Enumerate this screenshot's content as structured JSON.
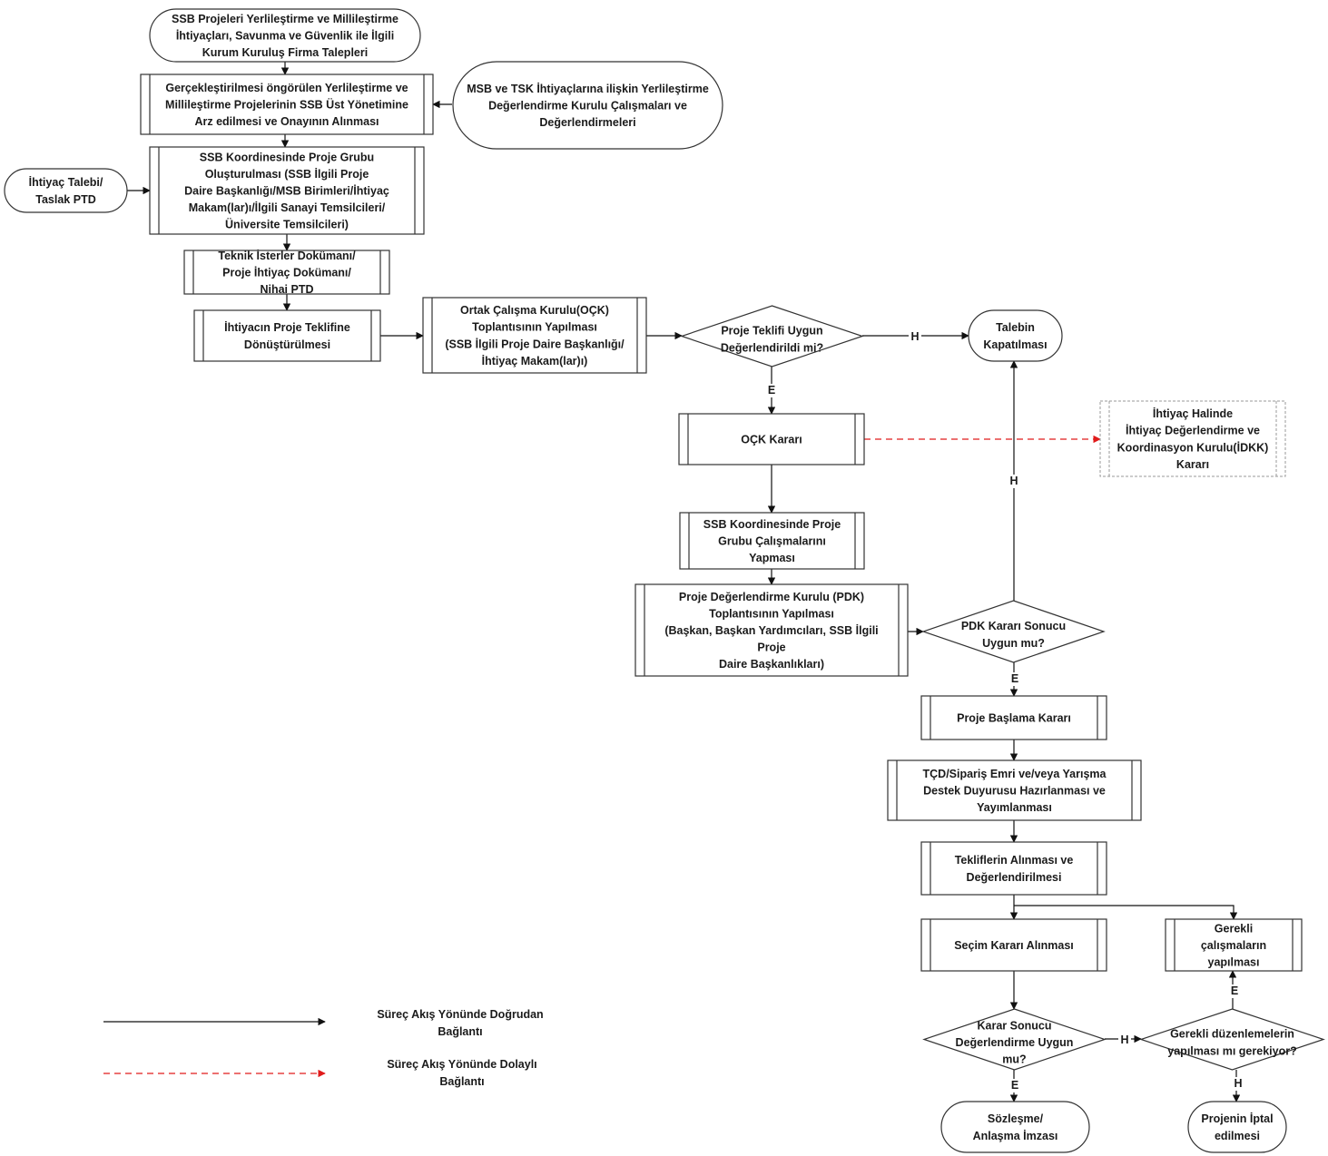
{
  "colors": {
    "line": "#111111",
    "indirect": "#e01b1b",
    "box_stroke": "#333333"
  },
  "nodes": {
    "n1": {
      "lines": [
        "SSB Projeleri Yerlileştirme ve Millileştirme",
        "İhtiyaçları, Savunma ve Güvenlik ile İlgili",
        "Kurum Kuruluş Firma Talepleri"
      ]
    },
    "n2": {
      "lines": [
        "Gerçekleştirilmesi öngörülen Yerlileştirme ve",
        "Millileştirme Projelerinin SSB Üst Yönetimine",
        "Arz edilmesi ve Onayının Alınması"
      ]
    },
    "n3": {
      "lines": [
        "MSB ve TSK İhtiyaçlarına ilişkin Yerlileştirme",
        "Değerlendirme Kurulu Çalışmaları ve",
        "Değerlendirmeleri"
      ]
    },
    "n4": {
      "lines": [
        "SSB Koordinesinde Proje Grubu",
        "Oluşturulması (SSB İlgili Proje",
        "Daire Başkanlığı/MSB Birimleri/İhtiyaç",
        "Makam(lar)ı/İlgili Sanayi Temsilcileri/",
        "Üniversite Temsilcileri)"
      ]
    },
    "n5": {
      "lines": [
        "İhtiyaç Talebi/",
        "Taslak PTD"
      ]
    },
    "n6": {
      "lines": [
        "Teknik İsterler Dokümanı/",
        "Proje İhtiyaç Dokümanı/",
        "Nihai PTD"
      ]
    },
    "n7": {
      "lines": [
        "İhtiyacın Proje Teklifine",
        "Dönüştürülmesi"
      ]
    },
    "n8": {
      "lines": [
        "Ortak Çalışma Kurulu(OÇK)",
        "Toplantısının Yapılması",
        "(SSB İlgili Proje Daire Başkanlığı/",
        "İhtiyaç Makam(lar)ı)"
      ]
    },
    "n9": {
      "lines": [
        "Proje Teklifi Uygun",
        "Değerlendirildi mi?"
      ]
    },
    "n10": {
      "lines": [
        "Talebin",
        "Kapatılması"
      ]
    },
    "n11": {
      "lines": [
        "OÇK Kararı"
      ]
    },
    "n12": {
      "lines": [
        "İhtiyaç Halinde",
        "İhtiyaç Değerlendirme ve",
        "Koordinasyon Kurulu(İDKK)",
        "Kararı"
      ]
    },
    "n13": {
      "lines": [
        "SSB Koordinesinde Proje",
        "Grubu Çalışmalarını",
        "Yapması"
      ]
    },
    "n14": {
      "lines": [
        "Proje Değerlendirme Kurulu (PDK)",
        "Toplantısının Yapılması",
        "(Başkan, Başkan Yardımcıları, SSB İlgili",
        "Proje",
        "Daire Başkanlıkları)"
      ]
    },
    "n15": {
      "lines": [
        "PDK Kararı Sonucu",
        "Uygun mu?"
      ]
    },
    "n16": {
      "lines": [
        "Proje Başlama Kararı"
      ]
    },
    "n17": {
      "lines": [
        "TÇD/Sipariş Emri ve/veya Yarışma",
        "Destek Duyurusu Hazırlanması ve",
        "Yayımlanması"
      ]
    },
    "n18": {
      "lines": [
        "Tekliflerin Alınması ve",
        "Değerlendirilmesi"
      ]
    },
    "n19": {
      "lines": [
        "Seçim Kararı Alınması"
      ]
    },
    "n20": {
      "lines": [
        "Gerekli",
        "çalışmaların",
        "yapılması"
      ]
    },
    "n21": {
      "lines": [
        "Karar Sonucu",
        "Değerlendirme Uygun",
        "mu?"
      ]
    },
    "n22": {
      "lines": [
        "Gerekli düzenlemelerin",
        "yapılması mı gerekiyor?"
      ]
    },
    "n23": {
      "lines": [
        "Sözleşme/",
        "Anlaşma İmzası"
      ]
    },
    "n24": {
      "lines": [
        "Projenin İptal",
        "edilmesi"
      ]
    }
  },
  "edge_labels": {
    "yes": "E",
    "no": "H"
  },
  "legend": {
    "direct": [
      "Süreç Akış Yönünde Doğrudan",
      "Bağlantı"
    ],
    "indirect": [
      "Süreç Akış Yönünde Dolaylı",
      "Bağlantı"
    ]
  }
}
